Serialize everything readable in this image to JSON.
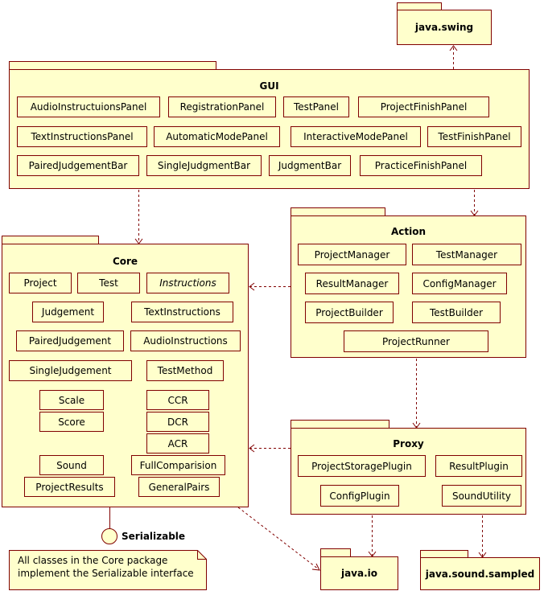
{
  "packages": {
    "java_swing": "java.swing",
    "gui": {
      "title": "GUI",
      "classes": [
        "AudioInstructuionsPanel",
        "RegistrationPanel",
        "TestPanel",
        "ProjectFinishPanel",
        "TextInstructionsPanel",
        "AutomaticModePanel",
        "InteractiveModePanel",
        "TestFinishPanel",
        "PairedJudgementBar",
        "SingleJudgmentBar",
        "JudgmentBar",
        "PracticeFinishPanel"
      ]
    },
    "action": {
      "title": "Action",
      "classes": [
        "ProjectManager",
        "TestManager",
        "ResultManager",
        "ConfigManager",
        "ProjectBuilder",
        "TestBuilder",
        "ProjectRunner"
      ]
    },
    "core": {
      "title": "Core",
      "classes": [
        "Project",
        "Test",
        "Instructions",
        "Judgement",
        "TextInstructions",
        "PairedJudgement",
        "AudioInstructions",
        "SingleJudgement",
        "TestMethod",
        "Scale",
        "CCR",
        "Score",
        "DCR",
        "ACR",
        "Sound",
        "FullComparision",
        "ProjectResults",
        "GeneralPairs"
      ]
    },
    "proxy": {
      "title": "Proxy",
      "classes": [
        "ProjectStoragePlugin",
        "ResultPlugin",
        "ConfigPlugin",
        "SoundUtility"
      ]
    },
    "java_io": "java.io",
    "java_sound": "java.sound.sampled"
  },
  "interface": "Serializable",
  "note": {
    "line1": "All classes in the Core package",
    "line2": "implement the Serializable interface"
  },
  "colors": {
    "fill": "#ffffcc",
    "border": "#800000"
  }
}
